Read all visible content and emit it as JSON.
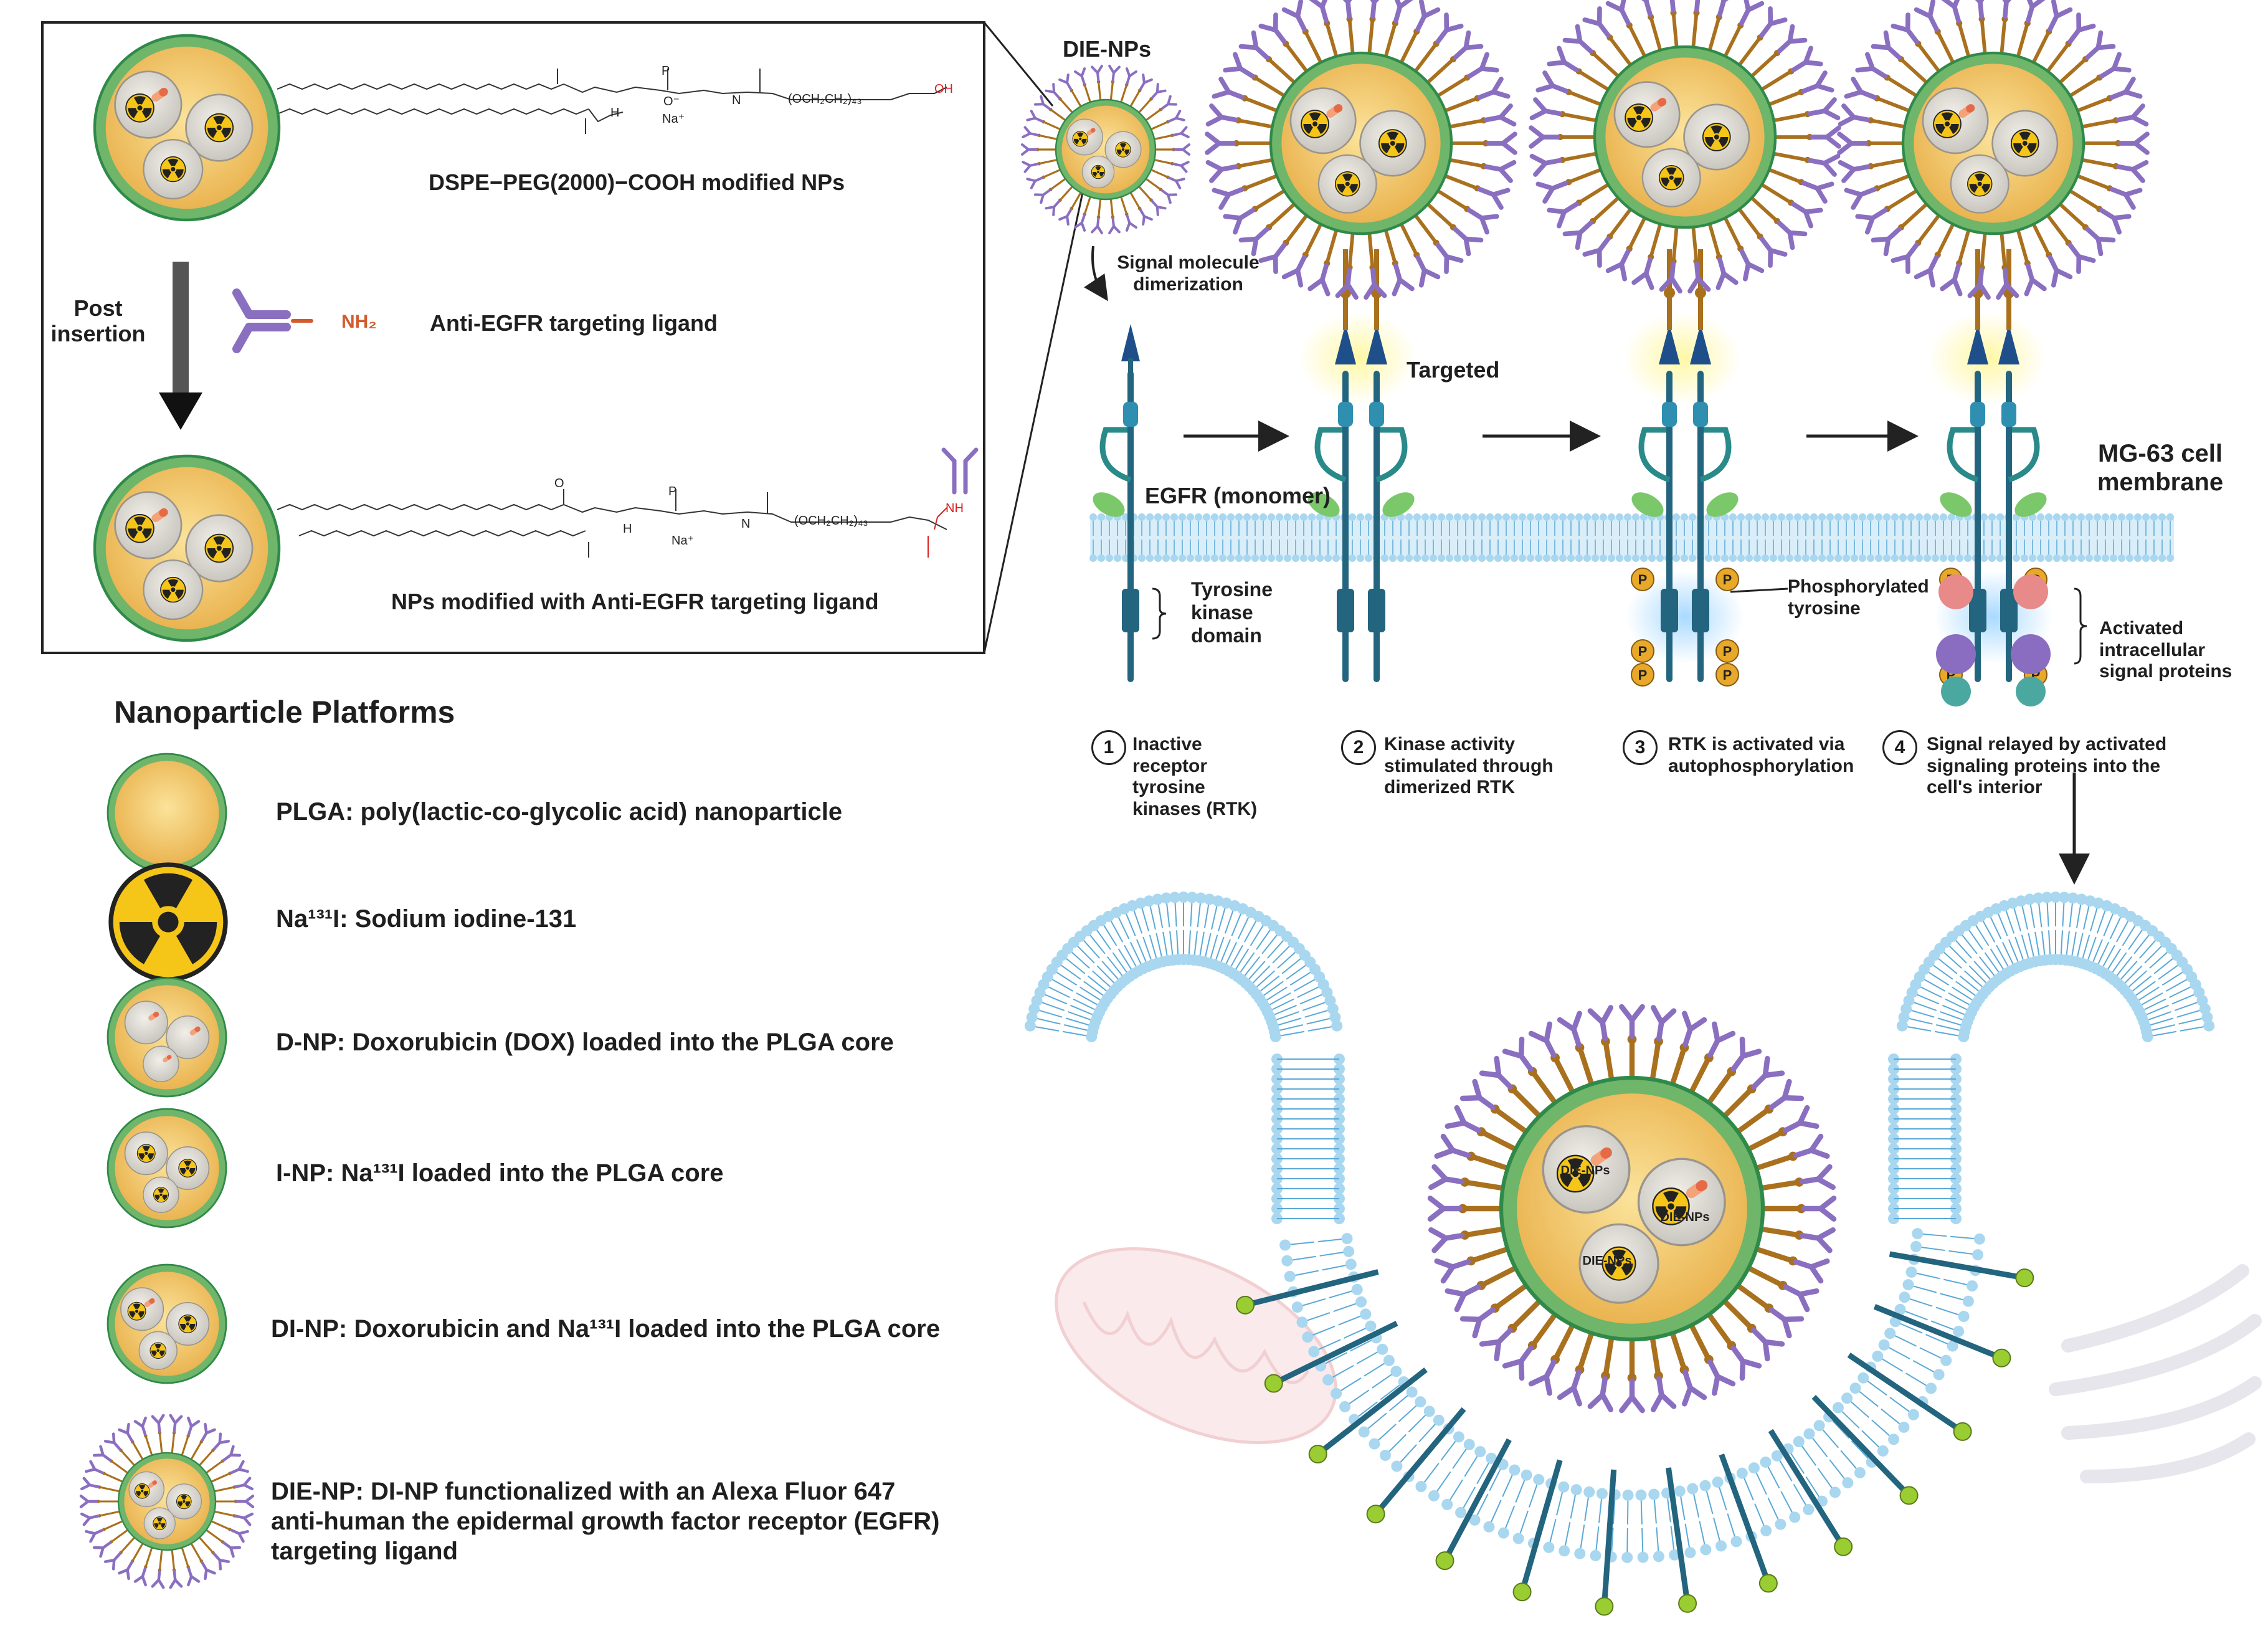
{
  "inset": {
    "top_label": "DSPE−PEG(2000)−COOH modified NPs",
    "post_insertion": "Post insertion",
    "ligand_label": "Anti-EGFR targeting ligand",
    "nh2": "NH₂",
    "bottom_label": "NPs modified with Anti-EGFR targeting ligand",
    "chem": {
      "na_top": "Na⁺",
      "o_minus_top": "O⁻",
      "peg_top": "(OCH₂CH₂)₄₃",
      "oh": "OH",
      "na_bot": "Na⁺",
      "peg_bot": "(OCH₂CH₂)₄₃",
      "nh_red": "NH",
      "h": "H",
      "p": "P",
      "o": "O",
      "n": "N"
    }
  },
  "legend": {
    "title": "Nanoparticle Platforms",
    "items": [
      {
        "text": "PLGA: poly(lactic-co-glycolic acid) nanoparticle"
      },
      {
        "text": "Na¹³¹I: Sodium iodine-131"
      },
      {
        "text": "D-NP: Doxorubicin (DOX) loaded into the PLGA core"
      },
      {
        "text": "I-NP: Na¹³¹I loaded into the PLGA core"
      },
      {
        "text": "DI-NP: Doxorubicin and Na¹³¹I loaded into the PLGA core"
      },
      {
        "text": "DIE-NP: DI-NP functionalized with an Alexa Fluor 647 anti-human the epidermal growth factor receptor (EGFR) targeting ligand"
      }
    ]
  },
  "pathway": {
    "die_nps": "DIE-NPs",
    "signal_dimerization": "Signal molecule dimerization",
    "targeted": "Targeted",
    "egfr_monomer": "EGFR (monomer)",
    "tyrosine_kinase": "Tyrosine kinase domain",
    "phosphorylated": "Phosphorylated tyrosine",
    "activated_proteins": "Activated intracellular signal proteins",
    "membrane": "MG-63 cell membrane",
    "p": "P",
    "steps": [
      {
        "num": "1",
        "text": "Inactive receptor tyrosine kinases (RTK)"
      },
      {
        "num": "2",
        "text": "Kinase activity stimulated through dimerized RTK"
      },
      {
        "num": "3",
        "text": "RTK is activated via autophosphorylation"
      },
      {
        "num": "4",
        "text": "Signal relayed by activated signaling proteins into the cell's interior"
      }
    ]
  },
  "endocytosis": {
    "inner_labels": [
      "DIE-NPs",
      "DIE-NPs",
      "DIE-NPs"
    ]
  },
  "colors": {
    "plga_core": "#f3c66a",
    "plga_shell": "#6fb56a",
    "shell_dark": "#2f8a4a",
    "lipid_head": "#a9d7ef",
    "lipid_tail": "#5aa9d6",
    "receptor": "#23647e",
    "receptor_light": "#2f8fb0",
    "egfr_green": "#7ac86a",
    "antibody": "#8a6fc0",
    "spike": "#a9701e",
    "phospho": "#e8a92a",
    "glow": "#fff27a",
    "blue_glow": "#8fd0ff",
    "mito": "#f3c9cc",
    "arrow": "#222222"
  }
}
